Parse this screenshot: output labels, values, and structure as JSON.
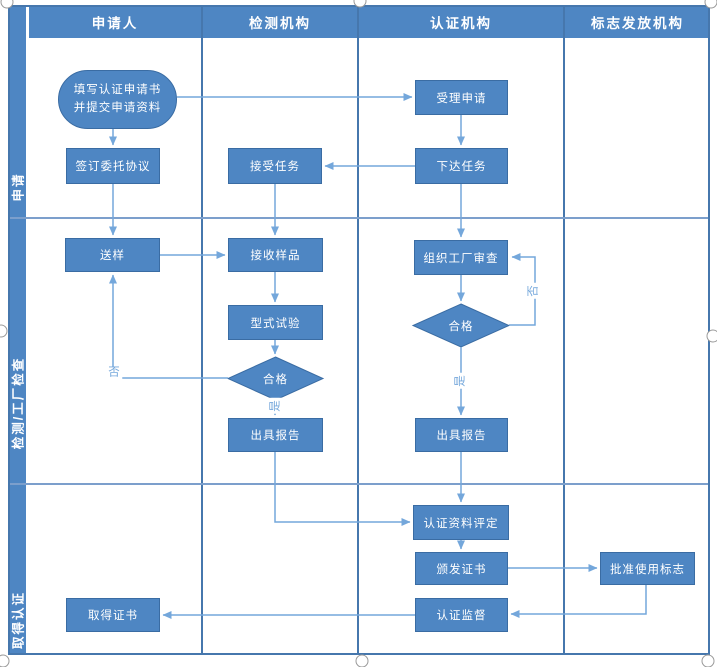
{
  "header": {
    "columns": [
      "申请人",
      "检测机构",
      "认证机构",
      "标志发放机构"
    ]
  },
  "lanes": [
    "申请",
    "检测/工厂检查",
    "取得认证"
  ],
  "nodes": {
    "fill_application": {
      "line1": "填写认证申请书",
      "line2": "并提交申请资料"
    },
    "sign_agreement": {
      "label": "签订委托协议"
    },
    "send_sample": {
      "label": "送样"
    },
    "obtain_certificate": {
      "label": "取得证书"
    },
    "accept_task": {
      "label": "接受任务"
    },
    "receive_sample": {
      "label": "接收样品"
    },
    "type_test": {
      "label": "型式试验"
    },
    "test_pass_decision": {
      "label": "合格"
    },
    "issue_report_test": {
      "label": "出具报告"
    },
    "accept_application": {
      "label": "受理申请"
    },
    "assign_task": {
      "label": "下达任务"
    },
    "factory_review": {
      "label": "组织工厂审查"
    },
    "review_pass_decision": {
      "label": "合格"
    },
    "issue_report_cert": {
      "label": "出具报告"
    },
    "evaluate_materials": {
      "label": "认证资料评定"
    },
    "grant_certificate": {
      "label": "颁发证书"
    },
    "cert_supervision": {
      "label": "认证监督"
    },
    "approve_mark": {
      "label": "批准使用标志"
    }
  },
  "edge_labels": {
    "test_no": "否",
    "test_yes": "是",
    "review_no": "否",
    "review_yes": "是"
  },
  "colors": {
    "node_fill": "#4e86c3",
    "node_border": "#3a6ca3",
    "header_fill": "#4e86c3",
    "grid_vertical": "#4677ad",
    "grid_horizontal": "#7c9fcc",
    "connector": "#74a7db",
    "text": "#ffffff"
  }
}
